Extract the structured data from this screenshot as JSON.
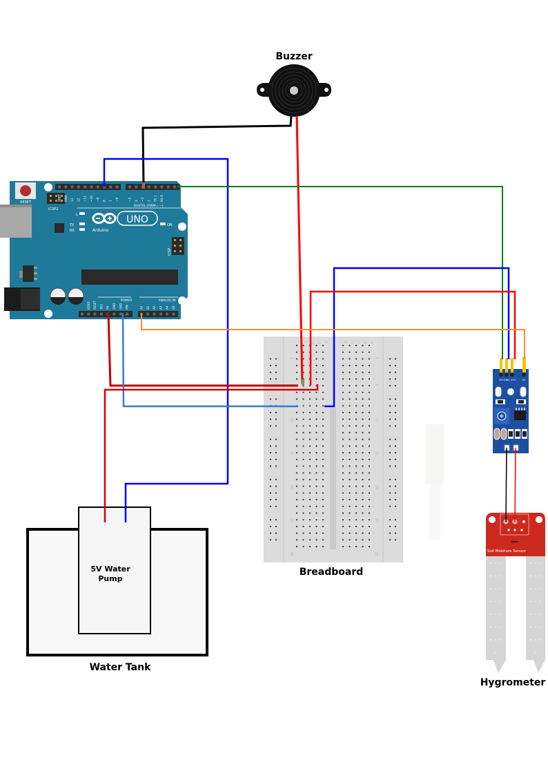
{
  "diagram": {
    "title": "Automatic plant watering circuit",
    "components": {
      "buzzer": {
        "label": "Buzzer"
      },
      "arduino": {
        "logo_text": "UNO",
        "brand": "Arduino",
        "reset_label": "RESET",
        "icsp2_label": "ICSP2",
        "icsp_label": "ICSP",
        "led_l": "L",
        "led_tx": "TX",
        "led_rx": "RX",
        "led_on": "ON",
        "digital_header_label": "DIGITAL (PWM= ~)",
        "power_header_label": "POWER",
        "analog_header_label": "ANALOG IN",
        "digital_pins": [
          "AREF",
          "GND",
          "13",
          "12",
          "~11",
          "~10",
          "~9",
          "8",
          "7",
          "~6",
          "~5",
          "4",
          "~3",
          "2",
          "TX 1",
          "RX 0"
        ],
        "power_pins": [
          "IOREF",
          "RESET",
          "3V3",
          "5V",
          "GND",
          "GND",
          "VIN"
        ],
        "analog_pins": [
          "A0",
          "A1",
          "A2",
          "A3",
          "A4",
          "A5"
        ]
      },
      "breadboard": {
        "label": "Breadboard",
        "row_numbers": [
          "1",
          "5",
          "10",
          "15",
          "20",
          "25",
          "30"
        ],
        "column_letters_left": [
          "J",
          "I",
          "H",
          "G",
          "F"
        ],
        "column_letters_right": [
          "E",
          "D",
          "C",
          "B",
          "A"
        ]
      },
      "sensor_module": {
        "pin_labels": [
          "DO",
          "GND",
          "VCC",
          "A0"
        ]
      },
      "hygrometer": {
        "label": "Hygrometer",
        "board_text": "Soil Moisture Sensor"
      },
      "pump": {
        "label_line1": "5V Water",
        "label_line2": "Pump"
      },
      "tank": {
        "label": "Water Tank"
      }
    },
    "wires": [
      {
        "id": "buzzer-gnd",
        "color": "#000000",
        "from": "Buzzer -",
        "to": "Arduino D5"
      },
      {
        "id": "buzzer-vcc",
        "color": "#ff0000",
        "from": "Buzzer +",
        "to": "Breadboard"
      },
      {
        "id": "pump-gnd",
        "color": "#0000ff",
        "from": "Arduino D10",
        "to": "Pump"
      },
      {
        "id": "sensor-do",
        "color": "#008000",
        "from": "Arduino D0",
        "to": "Sensor DO"
      },
      {
        "id": "sensor-gnd",
        "color": "#0000ff",
        "from": "Breadboard",
        "to": "Sensor GND"
      },
      {
        "id": "sensor-vcc",
        "color": "#ff0000",
        "from": "Breadboard",
        "to": "Sensor VCC"
      },
      {
        "id": "sensor-a0",
        "color": "#ff8c2a",
        "from": "Arduino A0",
        "to": "Sensor A0"
      },
      {
        "id": "power-5v",
        "color": "#c00000",
        "from": "Arduino 5V",
        "to": "Breadboard"
      },
      {
        "id": "power-gnd",
        "color": "#3a78d4",
        "from": "Arduino GND",
        "to": "Breadboard"
      },
      {
        "id": "pump-vcc",
        "color": "#dd0000",
        "from": "Breadboard",
        "to": "Pump"
      }
    ],
    "colors": {
      "arduino_board": "#1f7a9a",
      "sensor_board": "#1d4fa0",
      "hygrometer_board": "#cc2a1e",
      "breadboard": "#dcdcdc",
      "header": "#2b2b2b"
    }
  }
}
